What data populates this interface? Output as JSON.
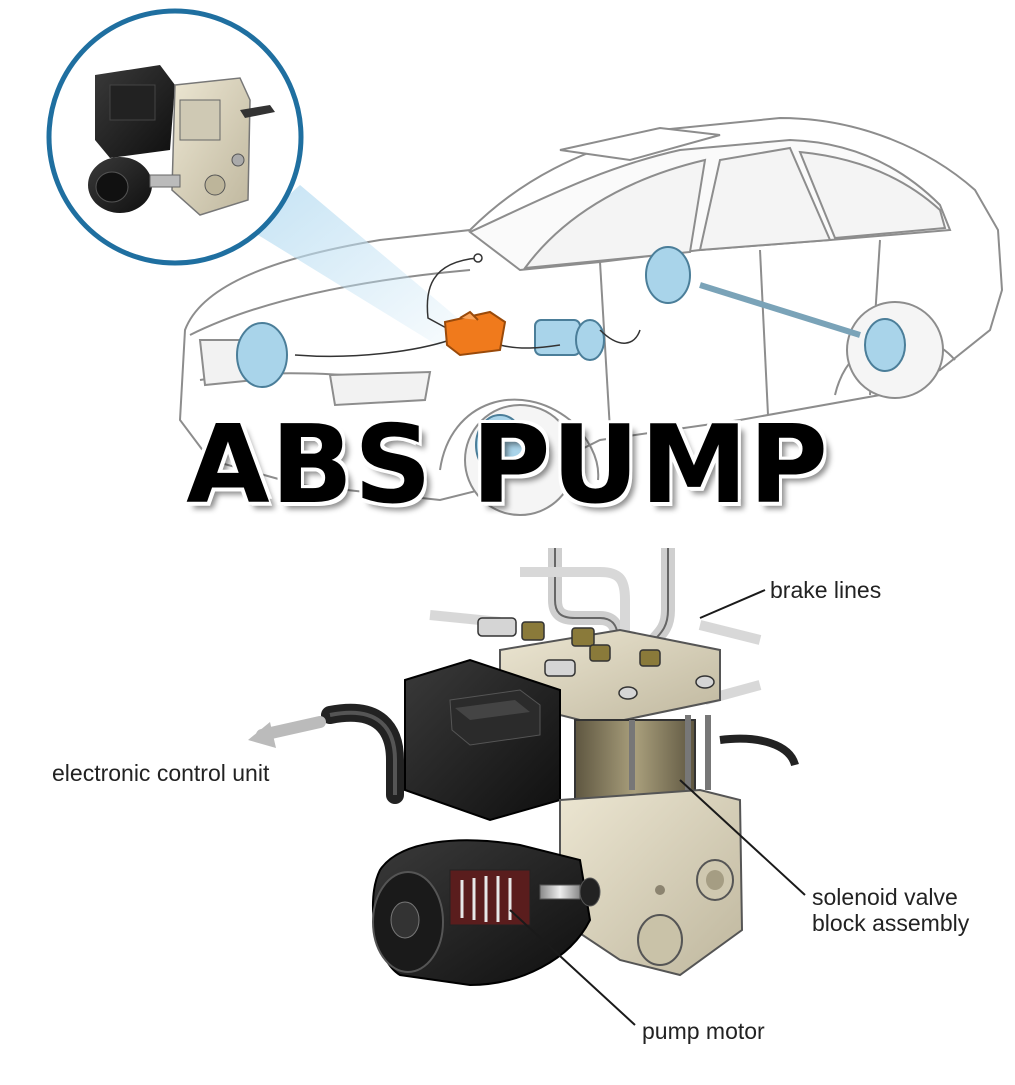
{
  "title": "ABS PUMP",
  "labels": {
    "brake_lines": "brake lines",
    "ecu": "electronic control unit",
    "solenoid_line1": "solenoid valve",
    "solenoid_line2": "block assembly",
    "pump_motor": "pump motor"
  },
  "colors": {
    "accent_orange": "#f07a1c",
    "inset_ring": "#1f6fa0",
    "component_blue": "#a9d4ea",
    "housing_beige": "#d9d2bd",
    "solenoid_olive": "#8f8666"
  }
}
